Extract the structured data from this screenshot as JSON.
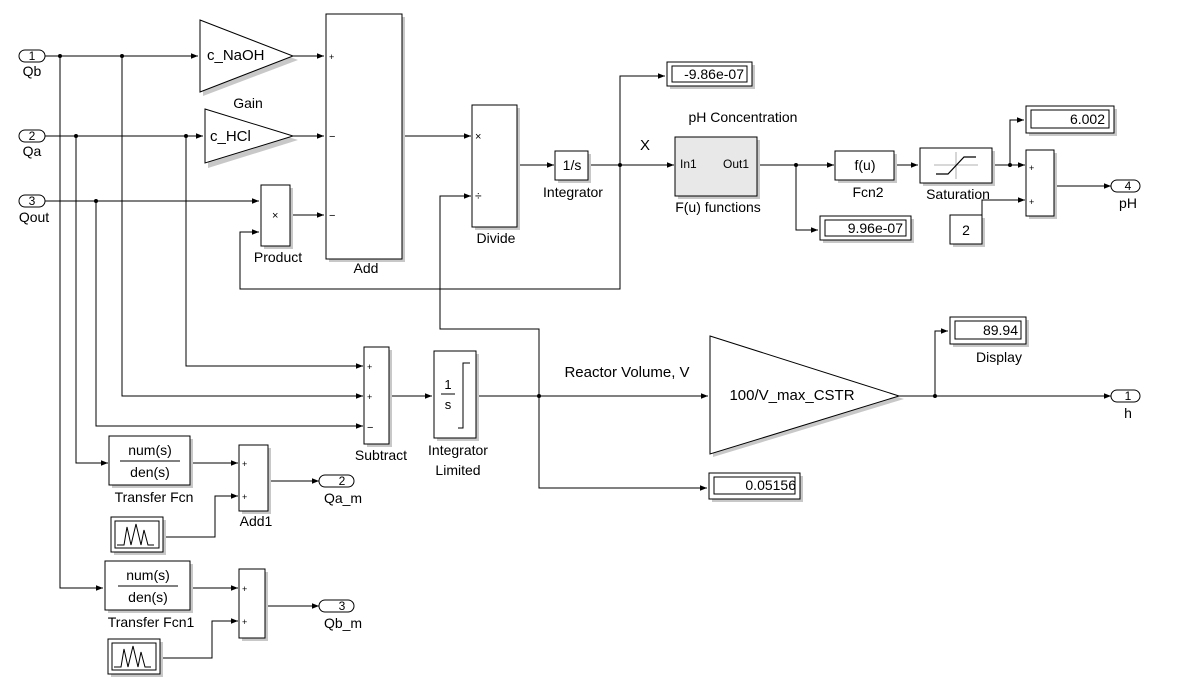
{
  "inports": {
    "qb": {
      "num": "1",
      "name": "Qb"
    },
    "qa": {
      "num": "2",
      "name": "Qa"
    },
    "qout": {
      "num": "3",
      "name": "Qout"
    }
  },
  "outports": {
    "ph": {
      "num": "4",
      "name": "pH"
    },
    "h": {
      "num": "1",
      "name": "h"
    },
    "qa_m": {
      "num": "2",
      "name": "Qa_m"
    },
    "qb_m": {
      "num": "3",
      "name": "Qb_m"
    }
  },
  "gains": {
    "c_naoh": "c_NaOH",
    "c_hcl": "c_HCl",
    "label": "Gain",
    "reactor": "100/V_max_CSTR"
  },
  "blocks": {
    "product": "Product",
    "add": "Add",
    "divide": "Divide",
    "integrator": "Integrator",
    "integrator_expr": "1/s",
    "subsystem_in": "In1",
    "subsystem_out": "Out1",
    "subsystem_title": "pH Concentration",
    "subsystem_name": "F(u) functions",
    "fcn_expr": "f(u)",
    "fcn2": "Fcn2",
    "saturation": "Saturation",
    "constant": "2",
    "subtract": "Subtract",
    "int_lim_num": "1",
    "int_lim_den": "s",
    "int_lim_1": "Integrator",
    "int_lim_2": "Limited",
    "tf_num": "num(s)",
    "tf_den": "den(s)",
    "tf1": "Transfer Fcn",
    "tf2": "Transfer Fcn1",
    "add1": "Add1",
    "display": "Display"
  },
  "signs": {
    "plus": "+",
    "minus": "−",
    "times": "×",
    "divide": "÷"
  },
  "signals": {
    "x": "X",
    "reactor_volume": "Reactor Volume, V"
  },
  "displays": {
    "d1": "-9.86e-07",
    "d2": "9.96e-07",
    "d3": "6.002",
    "d4": "89.94",
    "d5": "0.05156"
  }
}
